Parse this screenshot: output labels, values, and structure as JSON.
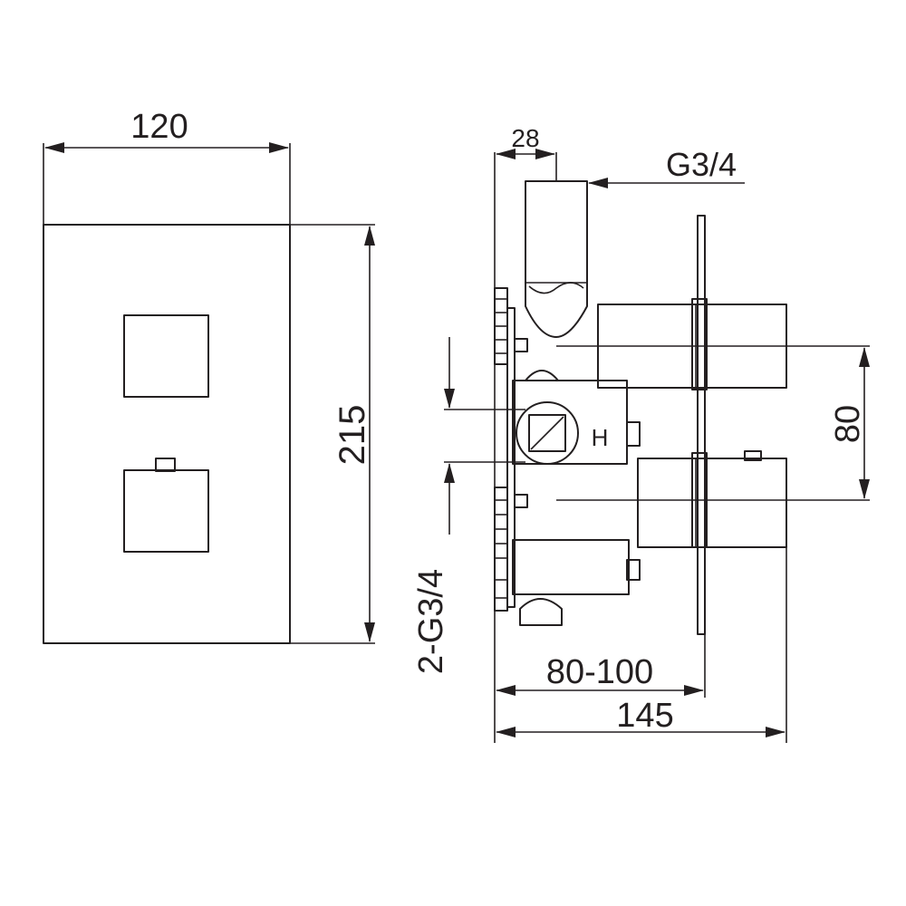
{
  "front_view": {
    "width_label": "120",
    "height_label": "215"
  },
  "side_view": {
    "spout_width_label": "28",
    "outlet_thread_label": "G3/4",
    "spacing_label": "80",
    "inlet_label": "2-G3/4",
    "wall_depth_label": "80-100",
    "total_depth_label": "145",
    "hot_marker": "H"
  },
  "colors": {
    "line": "#231f20",
    "background": "#ffffff"
  }
}
